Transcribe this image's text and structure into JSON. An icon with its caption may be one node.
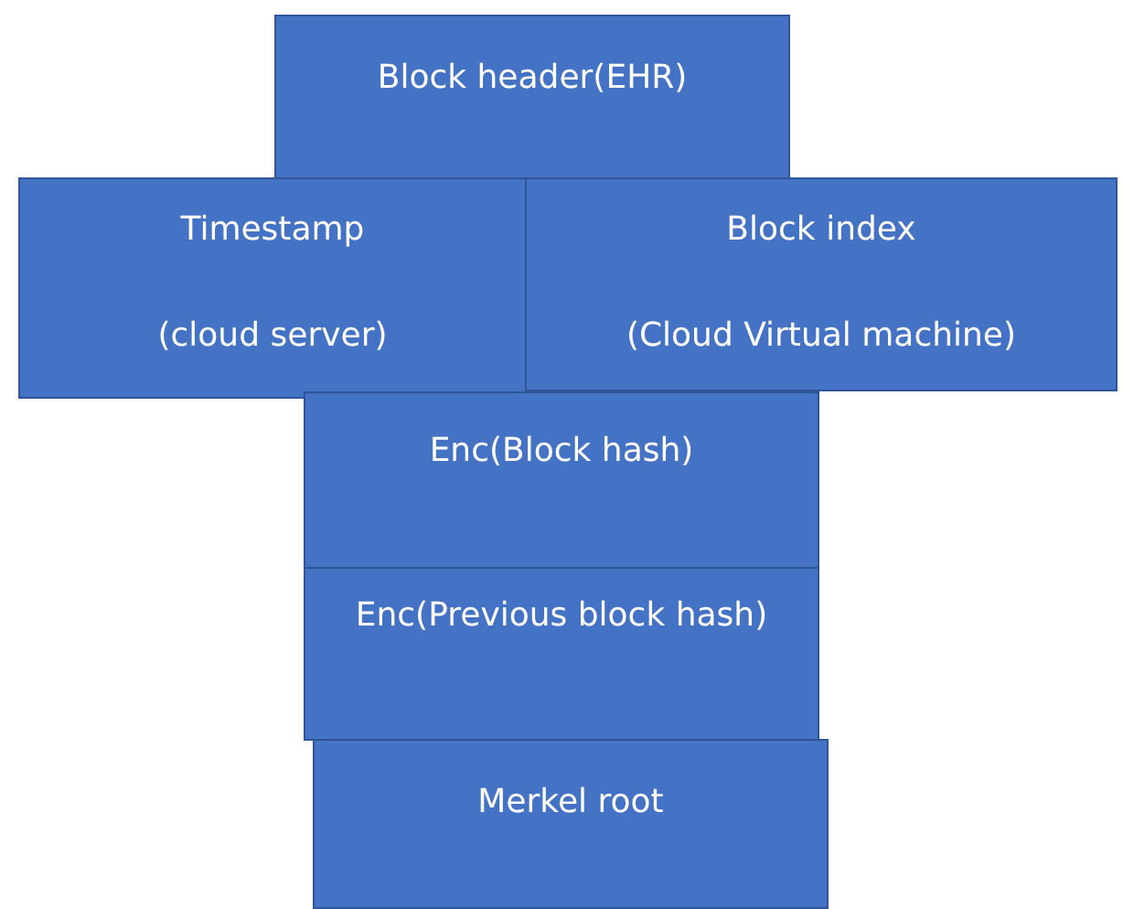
{
  "diagram": {
    "nodes": [
      {
        "text": [
          "Block header(EHR)"
        ]
      },
      {
        "text": [
          "Timestamp",
          "(cloud server)"
        ]
      },
      {
        "text": [
          "Block index",
          "(Cloud Virtual machine)"
        ]
      },
      {
        "text": [
          "Enc(Block hash)"
        ]
      },
      {
        "text": [
          "Enc(Previous block hash)"
        ]
      },
      {
        "text": [
          "Merkel root"
        ]
      }
    ]
  }
}
